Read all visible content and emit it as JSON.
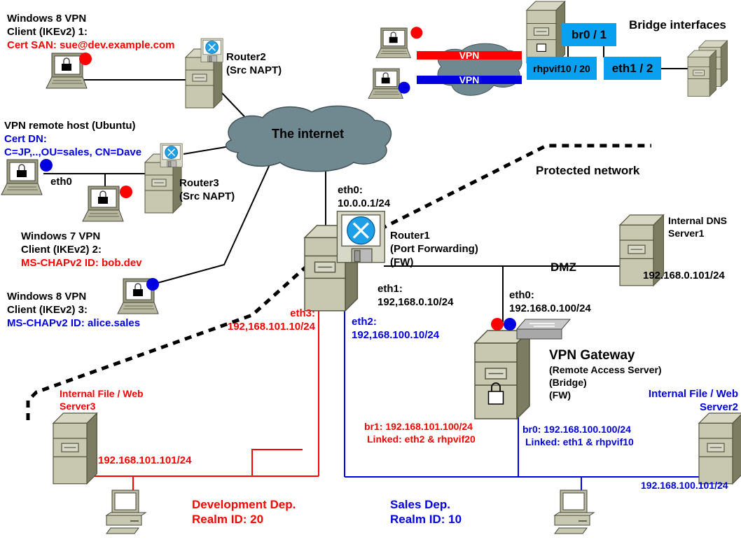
{
  "diagram_title": "VPN remote access network topology",
  "colors": {
    "dev_realm": "#ff0000",
    "sales_realm": "#0000e0",
    "bridge_box": "#0aa0f0",
    "cloud": "#708890",
    "device_body": "#c8c8b0",
    "wire": "#000000"
  },
  "internet": {
    "label": "The internet"
  },
  "zones": {
    "protected": "Protected network",
    "dmz": "DMZ"
  },
  "clients": [
    {
      "title_lines": [
        "Windows 8 VPN",
        "Client (IKEv2) 1:"
      ],
      "credential": "Cert SAN: sue@dev.example.com",
      "realm": "dev",
      "icon": "laptop-lock-icon"
    },
    {
      "title_lines": [
        "VPN remote host (Ubuntu)"
      ],
      "credential_lines": [
        "Cert DN:",
        "C=JP,..,OU=sales, CN=Dave"
      ],
      "iface": "eth0",
      "realm": "sales",
      "icon": "laptop-lock-icon"
    },
    {
      "title_lines": [
        "Windows 7 VPN",
        "Client (IKEv2) 2:"
      ],
      "credential": "MS-CHAPv2 ID: bob.dev",
      "realm": "dev",
      "icon": "laptop-lock-icon"
    },
    {
      "title_lines": [
        "Windows 8 VPN",
        "Client (IKEv2) 3:"
      ],
      "credential": "MS-CHAPv2 ID: alice.sales",
      "realm": "sales",
      "icon": "laptop-lock-icon"
    }
  ],
  "routers": {
    "router2": {
      "lines": [
        "Router2",
        "(Src NAPT)"
      ]
    },
    "router3": {
      "lines": [
        "Router3",
        "(Src NAPT)"
      ]
    },
    "router1": {
      "lines": [
        "Router1",
        "(Port Forwarding)",
        "(FW)"
      ],
      "eth0": [
        "eth0:",
        "10.0.0.1/24"
      ],
      "eth1": [
        "eth1:",
        "192,168.0.10/24"
      ],
      "eth2": [
        "eth2:",
        "192,168.100.10/24"
      ],
      "eth3": [
        "eth3:",
        "192,168.101.10/24"
      ]
    }
  },
  "dns_server": {
    "lines": [
      "Internal DNS",
      "Server1"
    ],
    "ip": "192.168.0.101/24"
  },
  "vpn_gateway": {
    "title": "VPN Gateway",
    "sub_lines": [
      "(Remote Access Server)",
      "(Bridge)",
      "(FW)"
    ],
    "eth0": [
      "eth0:",
      "192.168.0.100/24"
    ],
    "br1": [
      "br1: 192.168.101.100/24",
      "Linked: eth2 & rhpvif20"
    ],
    "br0": [
      "br0: 192.168.100.100/24",
      "Linked: eth1 & rhpvif10"
    ]
  },
  "server3": {
    "lines": [
      "Internal File / Web",
      "Server3"
    ],
    "ip": "192.168.101.101/24"
  },
  "server2": {
    "lines": [
      "Internal File / Web",
      "Server2"
    ],
    "ip": "192.168.100.101/24"
  },
  "departments": {
    "dev": [
      "Development Dep.",
      "Realm ID: 20"
    ],
    "sales": [
      "Sales Dep.",
      "Realm ID: 10"
    ]
  },
  "bridge_inset": {
    "title": "Bridge interfaces",
    "vpn_red": "VPN",
    "vpn_blue": "VPN",
    "br": "br0 / 1",
    "rhpvif": "rhpvif10 / 20",
    "eth": "eth1 / 2"
  }
}
